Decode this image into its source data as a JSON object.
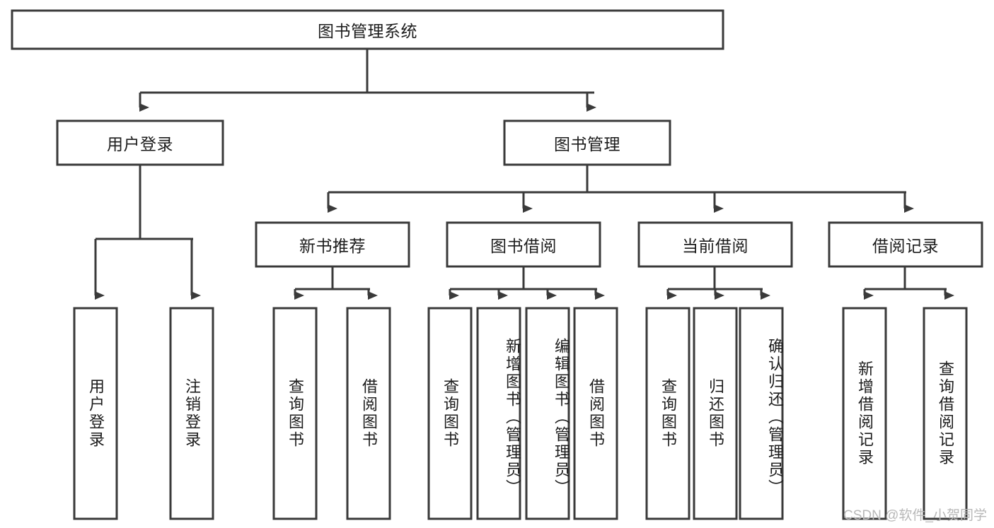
{
  "diagram": {
    "type": "tree",
    "title": "图书管理系统",
    "watermark": "CSDN @软件_小贺同学",
    "colors": {
      "stroke": "#3a3a3a",
      "box_fill": "#ffffff",
      "text": "#1c1c1c",
      "background": "#ffffff",
      "watermark": "#b8b8b8"
    },
    "levels": {
      "root": {
        "label": "图书管理系统"
      },
      "level2": [
        {
          "label": "用户登录"
        },
        {
          "label": "图书管理"
        }
      ],
      "level3": [
        {
          "label": "新书推荐"
        },
        {
          "label": "图书借阅"
        },
        {
          "label": "当前借阅"
        },
        {
          "label": "借阅记录"
        }
      ],
      "leaves": [
        {
          "label": "用户登录",
          "parent": "用户登录"
        },
        {
          "label": "注销登录",
          "parent": "用户登录"
        },
        {
          "label": "查询图书",
          "parent": "新书推荐"
        },
        {
          "label": "借阅图书",
          "parent": "新书推荐"
        },
        {
          "label": "查询图书",
          "parent": "图书借阅"
        },
        {
          "label": "新增图书（管理员）",
          "parent": "图书借阅"
        },
        {
          "label": "编辑图书（管理员）",
          "parent": "图书借阅"
        },
        {
          "label": "借阅图书",
          "parent": "图书借阅"
        },
        {
          "label": "查询图书",
          "parent": "当前借阅"
        },
        {
          "label": "归还图书",
          "parent": "当前借阅"
        },
        {
          "label": "确认归还（管理员）",
          "parent": "当前借阅"
        },
        {
          "label": "新增借阅记录",
          "parent": "借阅记录"
        },
        {
          "label": "查询借阅记录",
          "parent": "借阅记录"
        }
      ]
    }
  }
}
